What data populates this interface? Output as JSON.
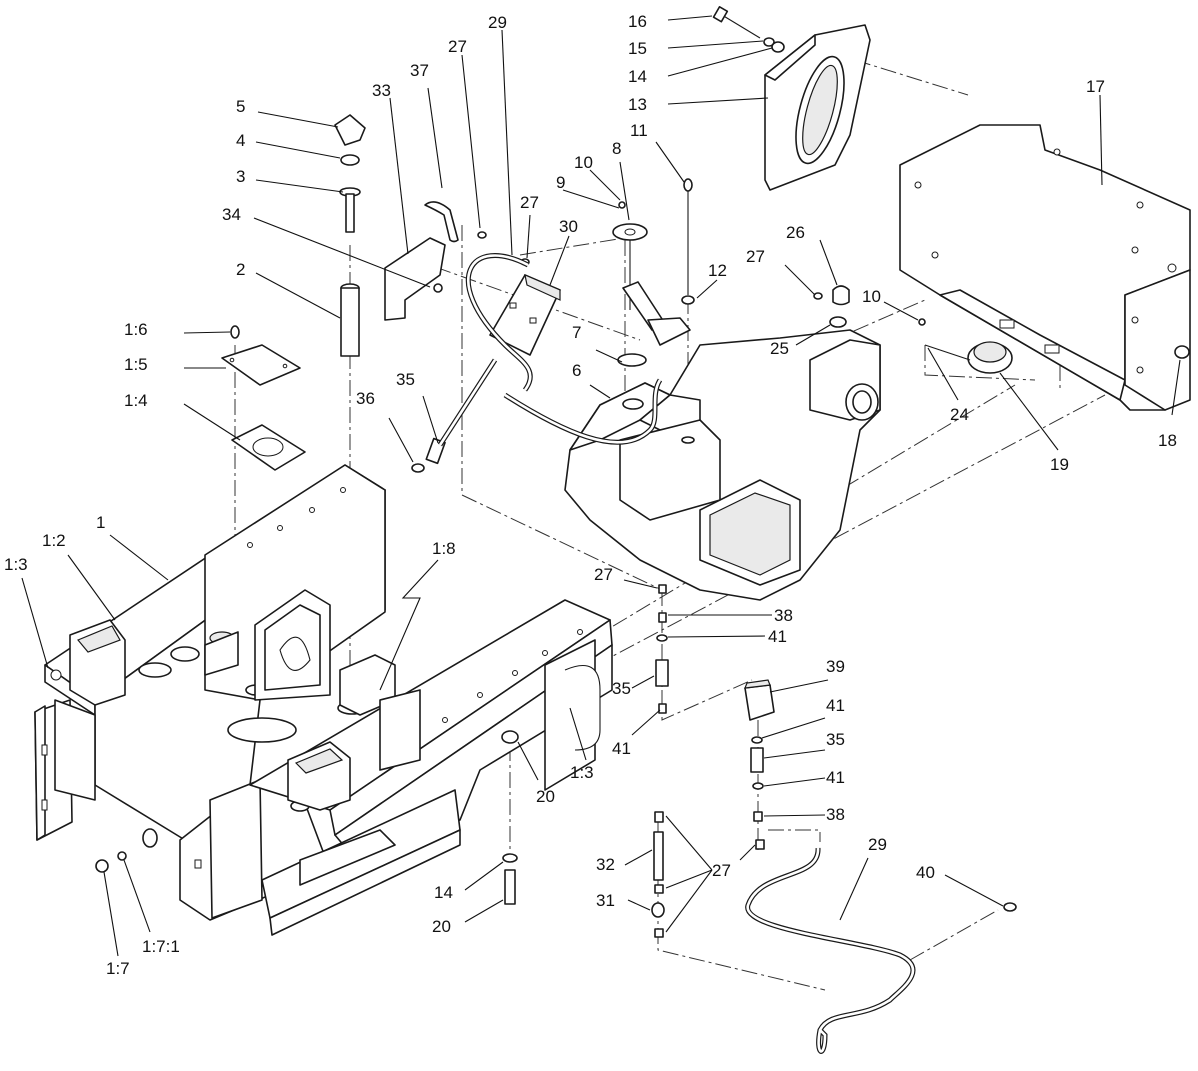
{
  "diagram": {
    "callouts": [
      {
        "id": "c16",
        "text": "16"
      },
      {
        "id": "c15",
        "text": "15"
      },
      {
        "id": "c14a",
        "text": "14"
      },
      {
        "id": "c13",
        "text": "13"
      },
      {
        "id": "c29a",
        "text": "29"
      },
      {
        "id": "c27a",
        "text": "27"
      },
      {
        "id": "c37",
        "text": "37"
      },
      {
        "id": "c33",
        "text": "33"
      },
      {
        "id": "c5",
        "text": "5"
      },
      {
        "id": "c4",
        "text": "4"
      },
      {
        "id": "c3",
        "text": "3"
      },
      {
        "id": "c34",
        "text": "34"
      },
      {
        "id": "c2",
        "text": "2"
      },
      {
        "id": "c27b",
        "text": "27"
      },
      {
        "id": "c30",
        "text": "30"
      },
      {
        "id": "c11",
        "text": "11"
      },
      {
        "id": "c8",
        "text": "8"
      },
      {
        "id": "c10a",
        "text": "10"
      },
      {
        "id": "c9",
        "text": "9"
      },
      {
        "id": "c17",
        "text": "17"
      },
      {
        "id": "c26",
        "text": "26"
      },
      {
        "id": "c27c",
        "text": "27"
      },
      {
        "id": "c12",
        "text": "12"
      },
      {
        "id": "c10b",
        "text": "10"
      },
      {
        "id": "c16b",
        "text": "1:6"
      },
      {
        "id": "c15b",
        "text": "1:5"
      },
      {
        "id": "c14b",
        "text": "1:4"
      },
      {
        "id": "c7",
        "text": "7"
      },
      {
        "id": "c25",
        "text": "25"
      },
      {
        "id": "c35a",
        "text": "35"
      },
      {
        "id": "c6",
        "text": "6"
      },
      {
        "id": "c36",
        "text": "36"
      },
      {
        "id": "c24",
        "text": "24"
      },
      {
        "id": "c19",
        "text": "19"
      },
      {
        "id": "c18",
        "text": "18"
      },
      {
        "id": "c1",
        "text": "1"
      },
      {
        "id": "c12b",
        "text": "1:2"
      },
      {
        "id": "c13a",
        "text": "1:3"
      },
      {
        "id": "c18b",
        "text": "1:8"
      },
      {
        "id": "c27d",
        "text": "27"
      },
      {
        "id": "c38a",
        "text": "38"
      },
      {
        "id": "c41a",
        "text": "41"
      },
      {
        "id": "c39",
        "text": "39"
      },
      {
        "id": "c35b",
        "text": "35"
      },
      {
        "id": "c41b",
        "text": "41"
      },
      {
        "id": "c41c",
        "text": "41"
      },
      {
        "id": "c35c",
        "text": "35"
      },
      {
        "id": "c13b",
        "text": "1:3"
      },
      {
        "id": "c20a",
        "text": "20"
      },
      {
        "id": "c41d",
        "text": "41"
      },
      {
        "id": "c38b",
        "text": "38"
      },
      {
        "id": "c29b",
        "text": "29"
      },
      {
        "id": "c32",
        "text": "32"
      },
      {
        "id": "c27e",
        "text": "27"
      },
      {
        "id": "c40",
        "text": "40"
      },
      {
        "id": "c14c",
        "text": "14"
      },
      {
        "id": "c31",
        "text": "31"
      },
      {
        "id": "c20b",
        "text": "20"
      },
      {
        "id": "c17a",
        "text": "1:7"
      },
      {
        "id": "c171",
        "text": "1:7:1"
      }
    ]
  }
}
